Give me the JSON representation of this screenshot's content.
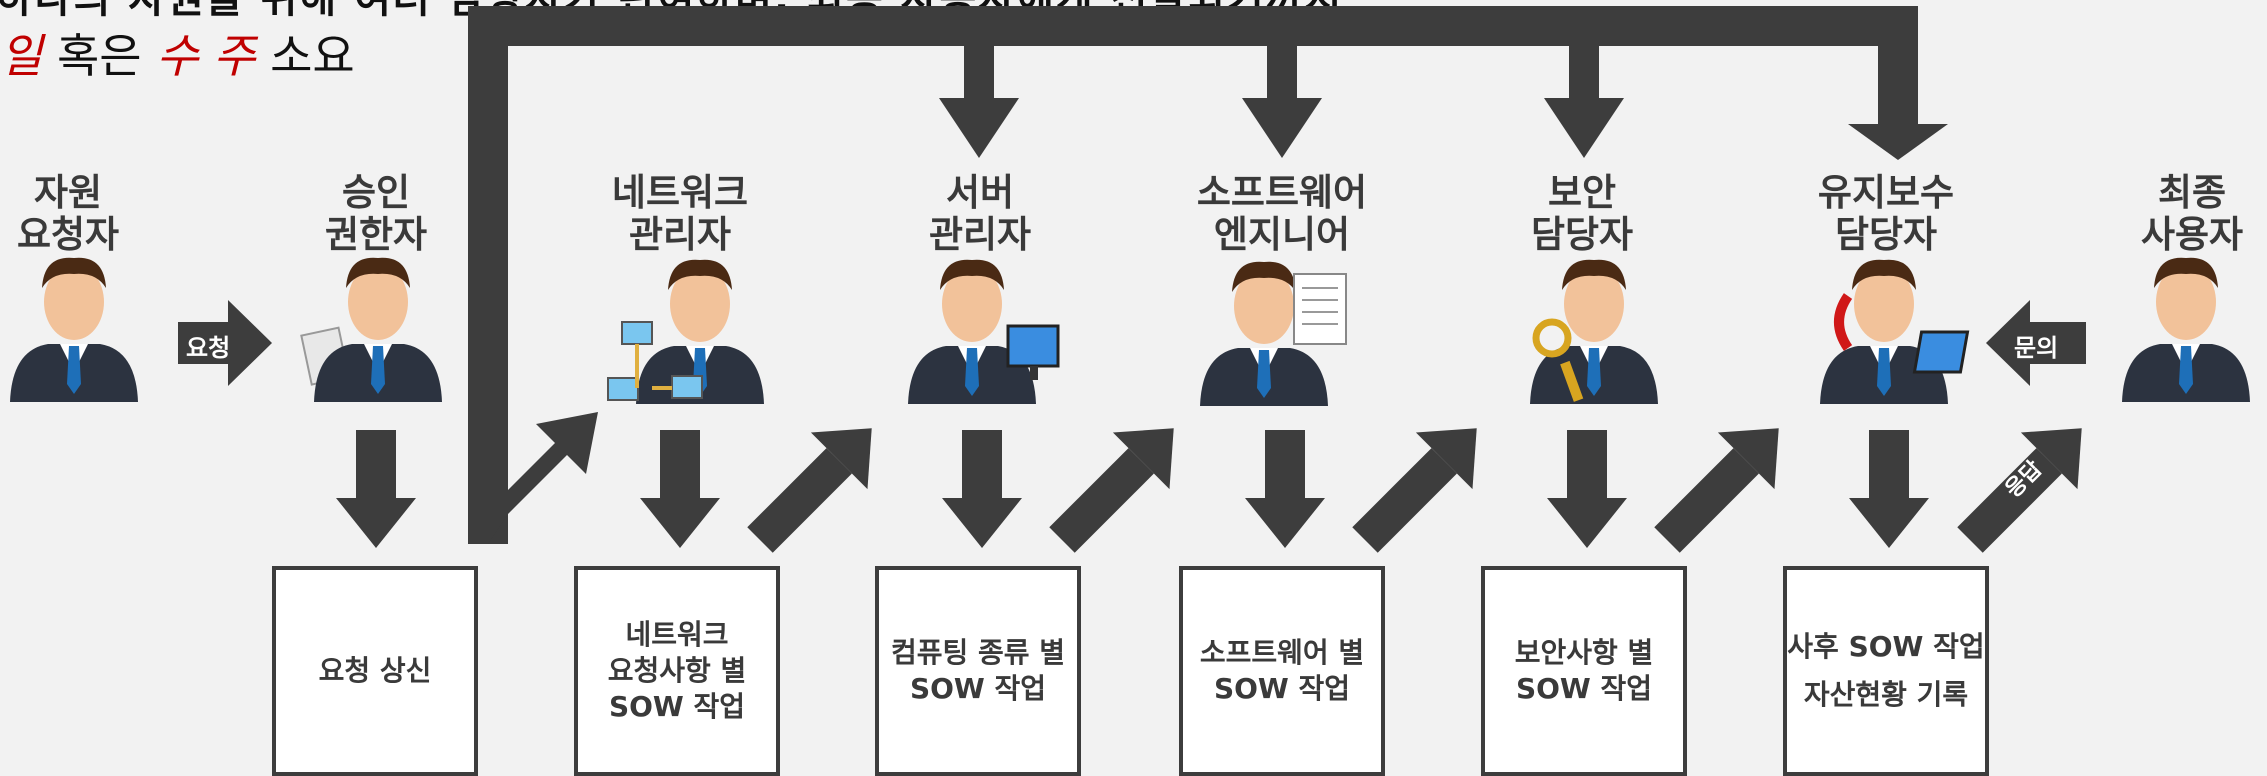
{
  "heading": {
    "line1": "하나의 자원을 위해 여러 담당자가 관여하며, 최종 사용자에게 전달되기까지",
    "line2_word1": "일",
    "line2_word2": "혹은",
    "line2_word3": "수 주",
    "line2_word4": "소요"
  },
  "roles": [
    {
      "line1": "자원",
      "line2": "요청자"
    },
    {
      "line1": "승인",
      "line2": "권한자"
    },
    {
      "line1": "네트워크",
      "line2": "관리자"
    },
    {
      "line1": "서버",
      "line2": "관리자"
    },
    {
      "line1": "소프트웨어",
      "line2": "엔지니어"
    },
    {
      "line1": "보안",
      "line2": "담당자"
    },
    {
      "line1": "유지보수",
      "line2": "담당자"
    },
    {
      "line1": "최종",
      "line2": "사용자"
    }
  ],
  "tasks": [
    {
      "lines": [
        "요청 상신"
      ]
    },
    {
      "lines": [
        "네트워크",
        "요청사항 별",
        "SOW 작업"
      ]
    },
    {
      "lines": [
        "컴퓨팅 종류 별",
        "SOW 작업"
      ]
    },
    {
      "lines": [
        "소프트웨어 별",
        "SOW 작업"
      ]
    },
    {
      "lines": [
        "보안사항 별",
        "SOW 작업"
      ]
    },
    {
      "lines": [
        "사후 SOW 작업",
        "자산현황 기록"
      ]
    }
  ],
  "arrow_labels": {
    "request": "요청",
    "inquiry": "문의",
    "response": "응답"
  },
  "colors": {
    "arrow": "#3d3d3d",
    "accent_red": "#c00000",
    "box_border": "#3d3d3d",
    "background": "#f2f2f2"
  },
  "icons": [
    "requester-person-icon",
    "approver-person-icon",
    "network-admin-person-icon",
    "server-admin-person-icon",
    "software-engineer-person-icon",
    "security-officer-person-icon",
    "maintenance-person-icon",
    "end-user-person-icon"
  ]
}
